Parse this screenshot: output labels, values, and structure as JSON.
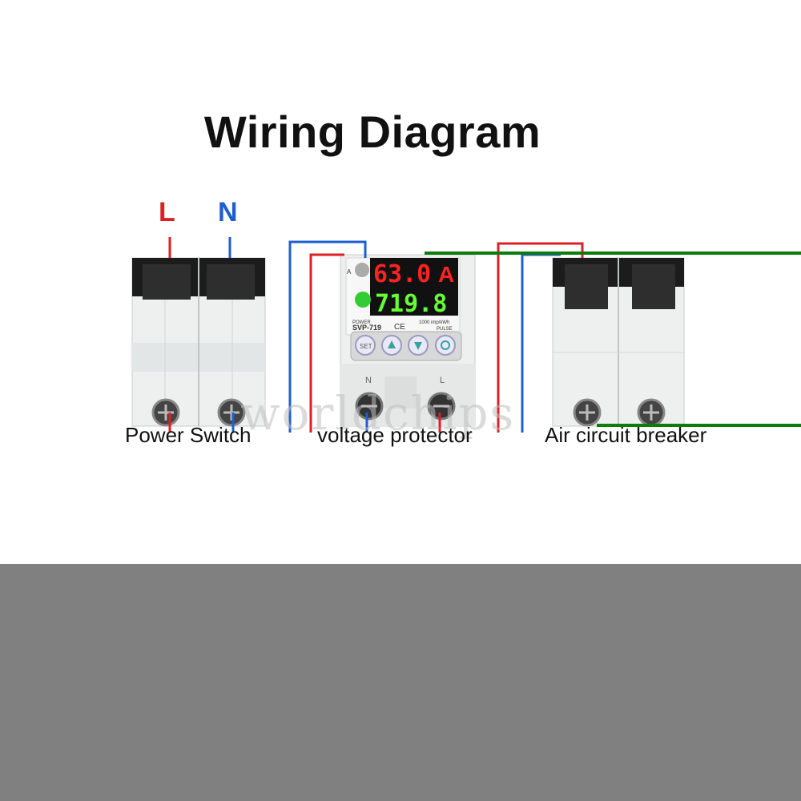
{
  "title": "Wiring Diagram",
  "line_labels": {
    "live": "L",
    "neutral": "N"
  },
  "devices": {
    "power_switch": {
      "label": "Power Switch"
    },
    "voltage_protector": {
      "label": "voltage protector",
      "display_top": "63.0",
      "display_top_unit": "A",
      "display_bottom": "719.8",
      "model": "SVP-719",
      "ce_mark": "CE",
      "pulse_text": "1000 imp/kWh",
      "pulse_label": "PULSE",
      "power_text": "POWER",
      "side_a": "A",
      "terminal_n": "N",
      "terminal_l": "L",
      "buttons": {
        "set": "SET"
      }
    },
    "air_circuit_breaker": {
      "label": "Air circuit breaker"
    }
  },
  "watermark": "worldchips",
  "colors": {
    "live_wire": "#dd1f26",
    "neutral_wire": "#1e5fd0",
    "green_line": "#0a7d0a",
    "band": "#808080",
    "display_red": "#ff2222",
    "display_green": "#66ff33"
  }
}
